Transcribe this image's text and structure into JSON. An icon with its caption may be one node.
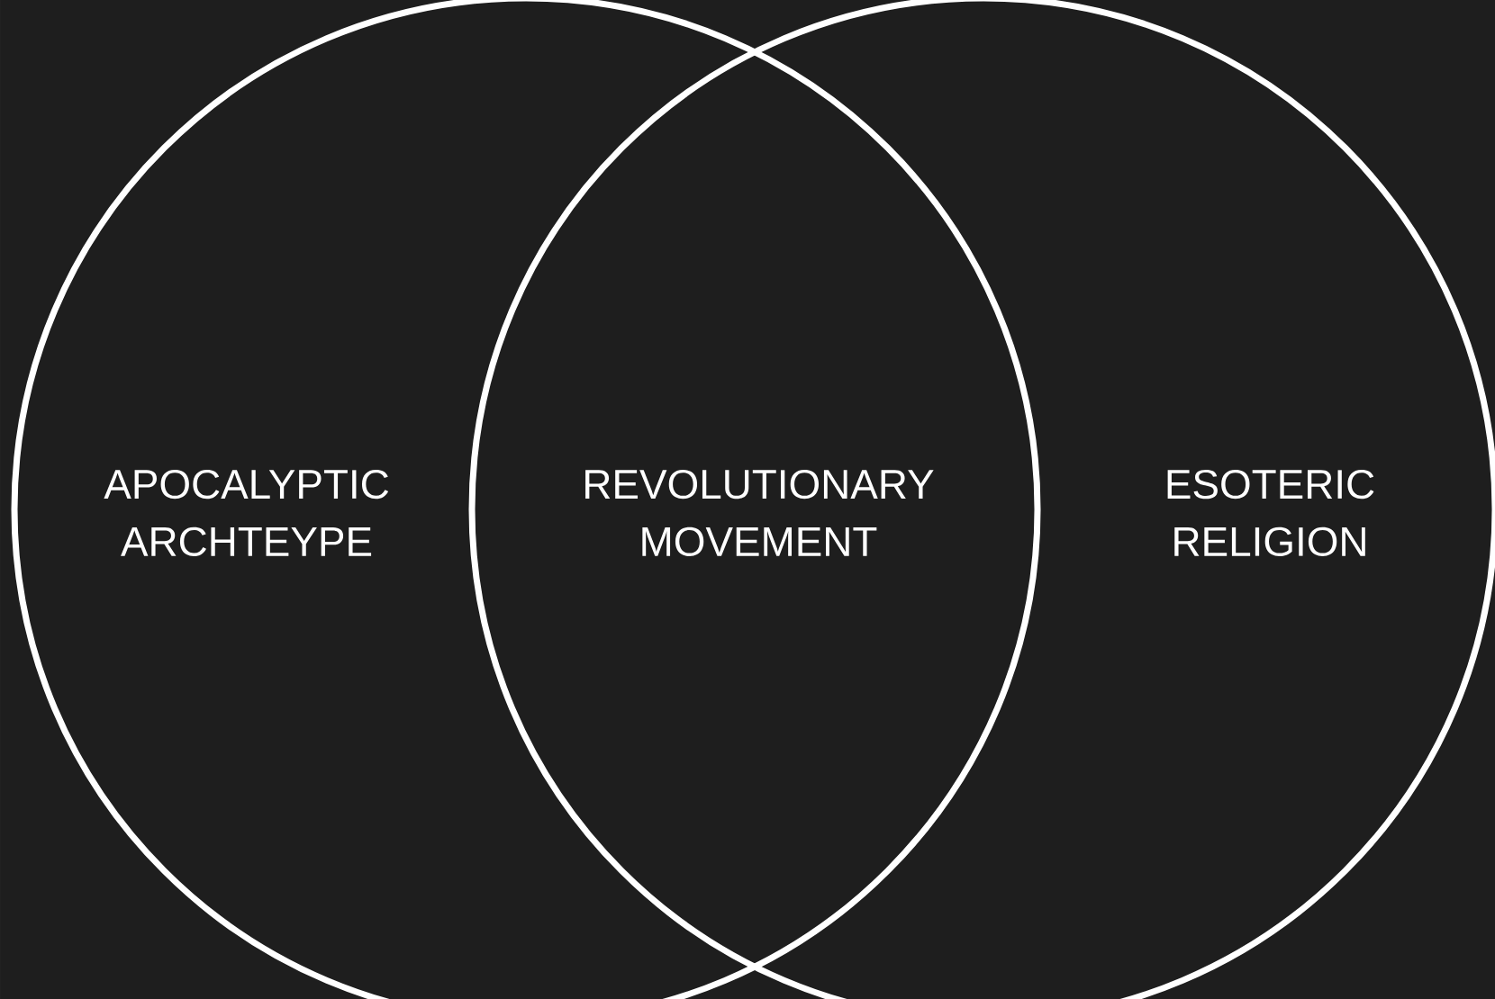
{
  "diagram": {
    "nodes": [
      {
        "text": [
          "APOCALYPTIC ARCHTEYPE"
        ]
      },
      {
        "text": [
          "ESOTERIC RELIGION"
        ]
      }
    ],
    "labels": [
      "REVOLUTIONARY MOVEMENT"
    ]
  }
}
